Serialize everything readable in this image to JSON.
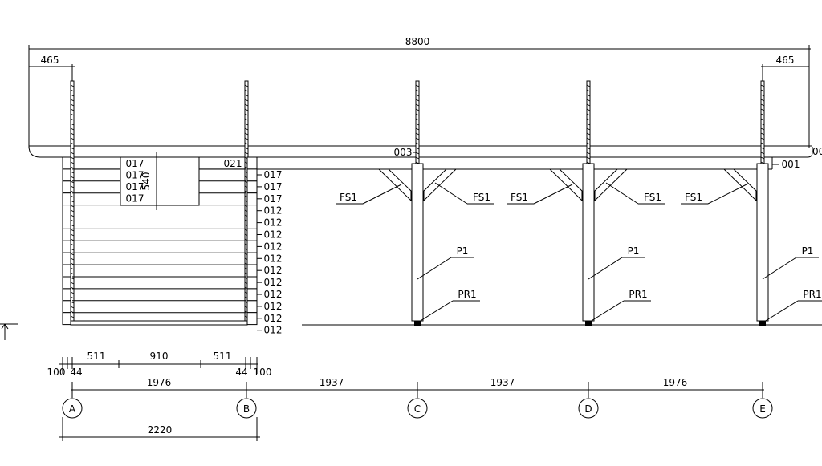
{
  "dims": {
    "total": "8800",
    "overhang_left": "465",
    "overhang_right": "465",
    "opening_height": "540",
    "bottom_row1": [
      "100",
      "44",
      "511",
      "910",
      "511",
      "44",
      "100"
    ],
    "bottom_row2": [
      "1976",
      "1937",
      "1937",
      "1976"
    ],
    "bottom_row3": "2220"
  },
  "axes": [
    "A",
    "B",
    "C",
    "D",
    "E"
  ],
  "labels": {
    "fs1": "FS1",
    "p1": "P1",
    "pr1": "PR1",
    "code_003": "003",
    "code_021": "021",
    "code_001": "001",
    "code_00_cut": "00",
    "window_codes": [
      "017",
      "017",
      "017",
      "017"
    ],
    "log_codes": [
      "017",
      "017",
      "017",
      "012",
      "012",
      "012",
      "012",
      "012",
      "012",
      "012",
      "012",
      "012",
      "012",
      "012"
    ]
  }
}
